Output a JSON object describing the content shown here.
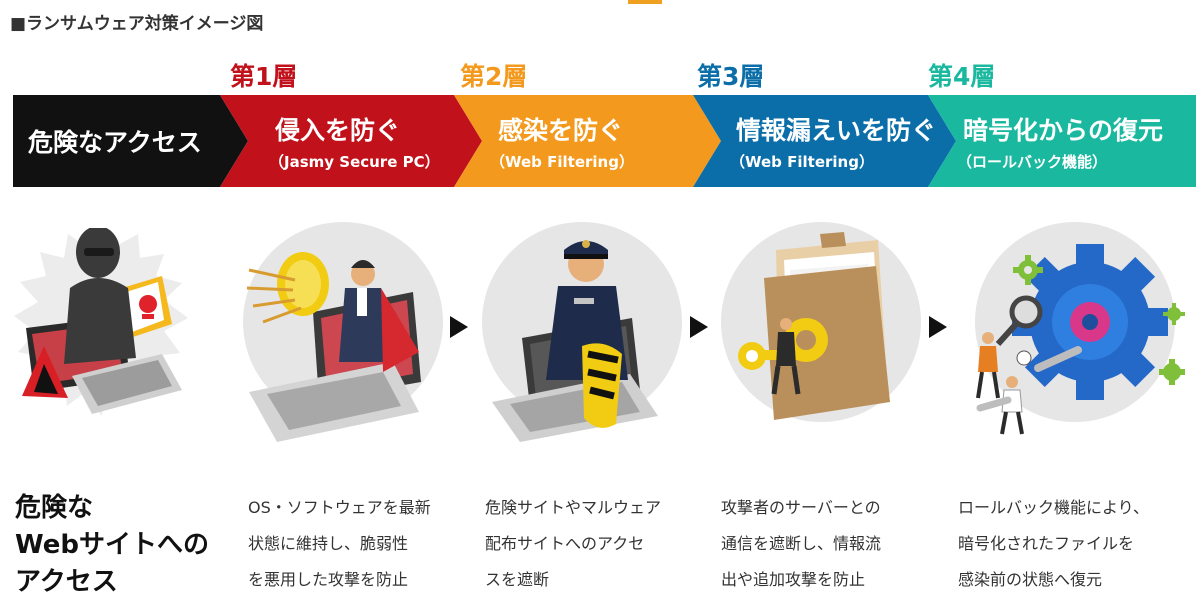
{
  "title": "■ランサムウェア対策イメージ図",
  "colors": {
    "black": "#111111",
    "red": "#c1121c",
    "orange": "#f39a1e",
    "blue": "#0b6ea8",
    "teal": "#1bb8a0"
  },
  "layers": [
    {
      "label": "第1層",
      "color": "#c1121c"
    },
    {
      "label": "第2層",
      "color": "#f39a1e"
    },
    {
      "label": "第3層",
      "color": "#0b6ea8"
    },
    {
      "label": "第4層",
      "color": "#1bb8a0"
    }
  ],
  "segments": [
    {
      "main": "危険なアクセス",
      "sub": ""
    },
    {
      "main": "侵入を防ぐ",
      "sub": "（Jasmy Secure PC）"
    },
    {
      "main": "感染を防ぐ",
      "sub": "（Web Filtering）"
    },
    {
      "main": "情報漏えいを防ぐ",
      "sub": "（Web Filtering）"
    },
    {
      "main": "暗号化からの復元",
      "sub": "（ロールバック機能）"
    }
  ],
  "descriptions": [
    {
      "lines": [
        "危険な",
        "Webサイトへの",
        "アクセス"
      ]
    },
    {
      "lines": [
        "OS・ソフトウェアを最新",
        "状態に維持し、脆弱性",
        "を悪用した攻撃を防止"
      ]
    },
    {
      "lines": [
        "危険サイトやマルウェア",
        "配布サイトへのアクセ",
        "スを遮断"
      ]
    },
    {
      "lines": [
        "攻撃者のサーバーとの",
        "通信を遮断し、情報流",
        "出や追加攻撃を防止"
      ]
    },
    {
      "lines": [
        "ロールバック機能により、",
        "暗号化されたファイルを",
        "感染前の状態へ復元"
      ]
    }
  ],
  "icons": [
    "hacker-illustration",
    "warning-triangle-icon",
    "skull-email-icon",
    "hero-shield-illustration",
    "police-officer-illustration",
    "folder-key-illustration",
    "gear-repair-illustration",
    "arrow-right-icon"
  ]
}
